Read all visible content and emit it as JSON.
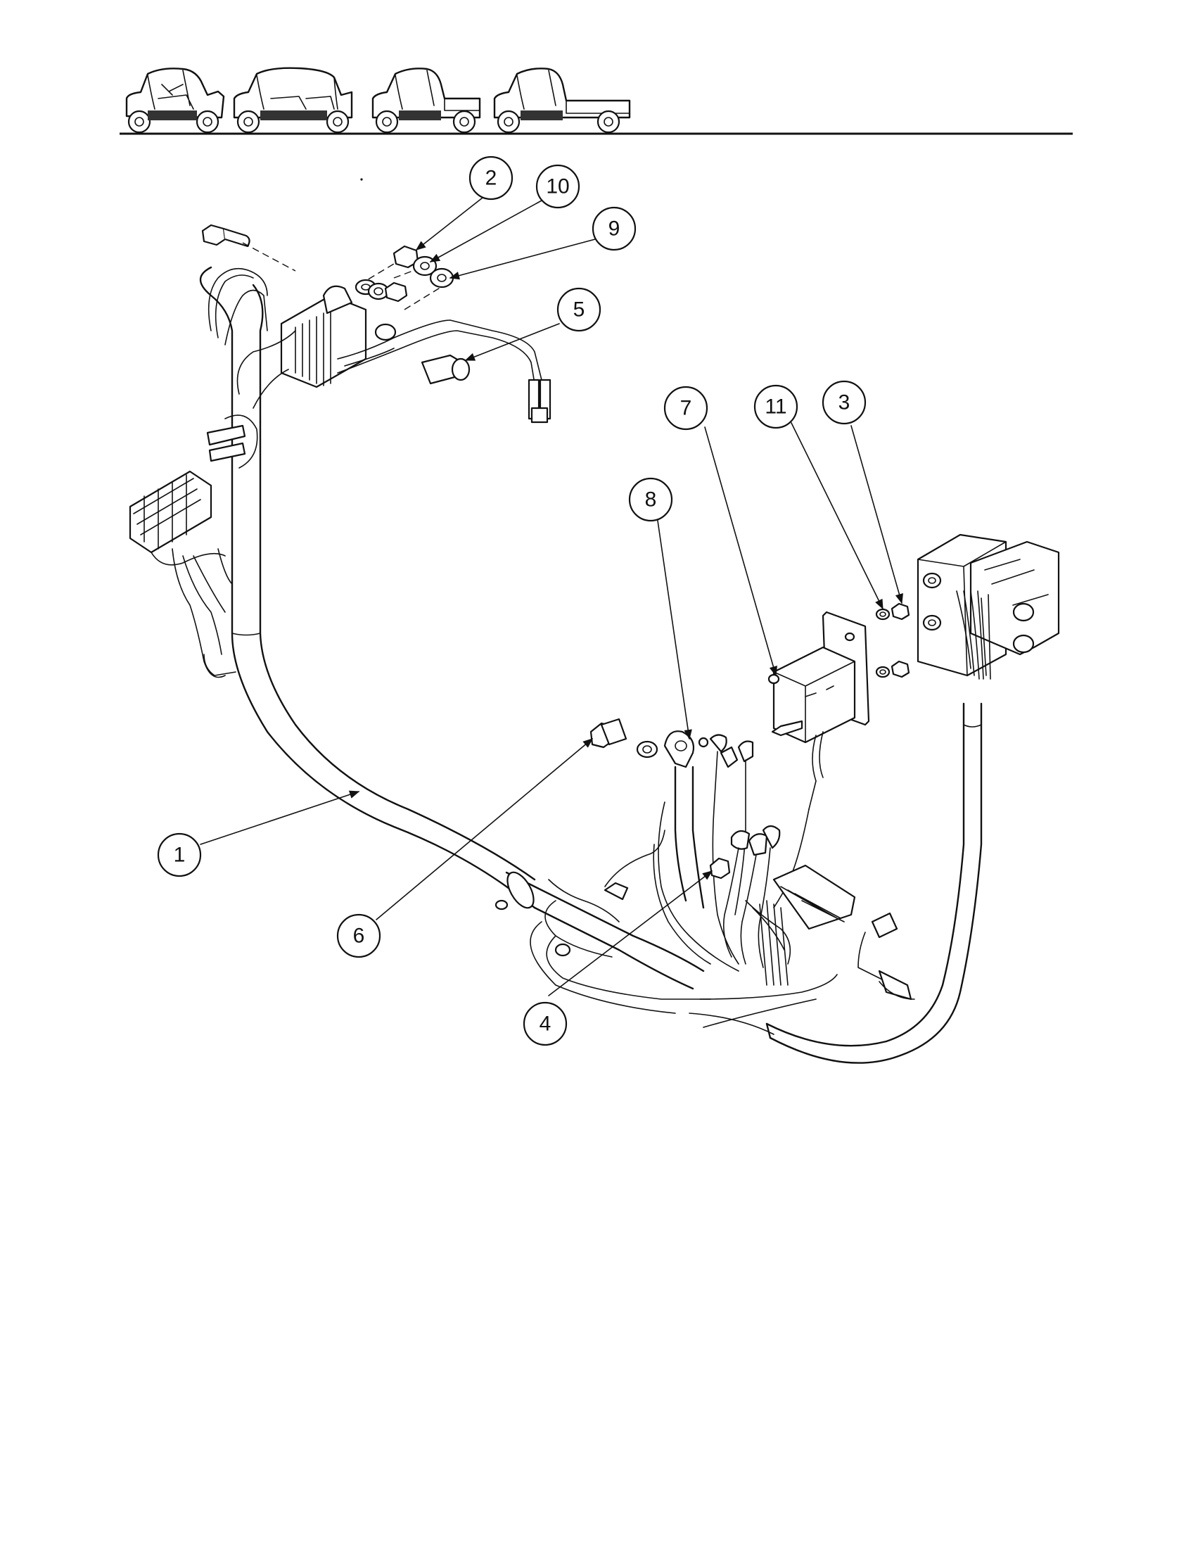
{
  "header": {
    "vehicle_icons": [
      "golf-cart-2-seat-icon",
      "golf-cart-4-seat-icon",
      "utility-cart-short-bed-icon",
      "utility-cart-long-bed-icon"
    ]
  },
  "callouts": [
    {
      "id": "c1",
      "label": "1"
    },
    {
      "id": "c2",
      "label": "2"
    },
    {
      "id": "c3",
      "label": "3"
    },
    {
      "id": "c4",
      "label": "4"
    },
    {
      "id": "c5",
      "label": "5"
    },
    {
      "id": "c6",
      "label": "6"
    },
    {
      "id": "c7",
      "label": "7"
    },
    {
      "id": "c8",
      "label": "8"
    },
    {
      "id": "c9",
      "label": "9"
    },
    {
      "id": "c10",
      "label": "10"
    },
    {
      "id": "c11",
      "label": "11"
    }
  ]
}
